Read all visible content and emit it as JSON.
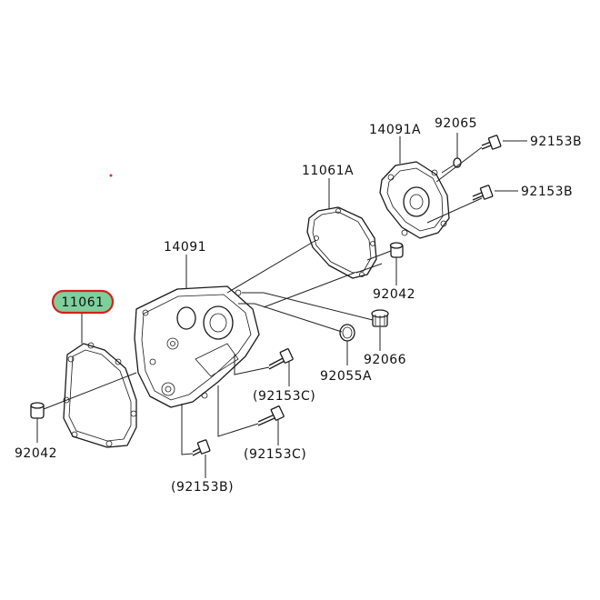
{
  "labels": {
    "p11061": "11061",
    "p92042_left": "92042",
    "p14091": "14091",
    "p11061A": "11061A",
    "p14091A": "14091A",
    "p92065": "92065",
    "p92153B_top": "92153B",
    "p92153B_mid": "92153B",
    "p92042_right": "92042",
    "p92066": "92066",
    "p92055A": "92055A",
    "p92153C_upper": "(92153C)",
    "p92153C_lower": "(92153C)",
    "p92153B_bottom": "(92153B)"
  },
  "colors": {
    "highlight_fill": "#7fcf9a",
    "highlight_outline": "#d42020",
    "line": "#1a1a1a",
    "background": "#ffffff",
    "dot": "#e03030"
  }
}
